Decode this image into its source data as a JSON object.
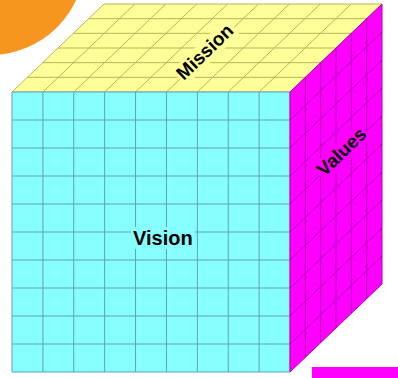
{
  "diagram": {
    "nodes": [
      {
        "text": [
          "Mission"
        ]
      },
      {
        "text": [
          "Vision"
        ]
      },
      {
        "text": [
          "Values"
        ]
      }
    ]
  }
}
